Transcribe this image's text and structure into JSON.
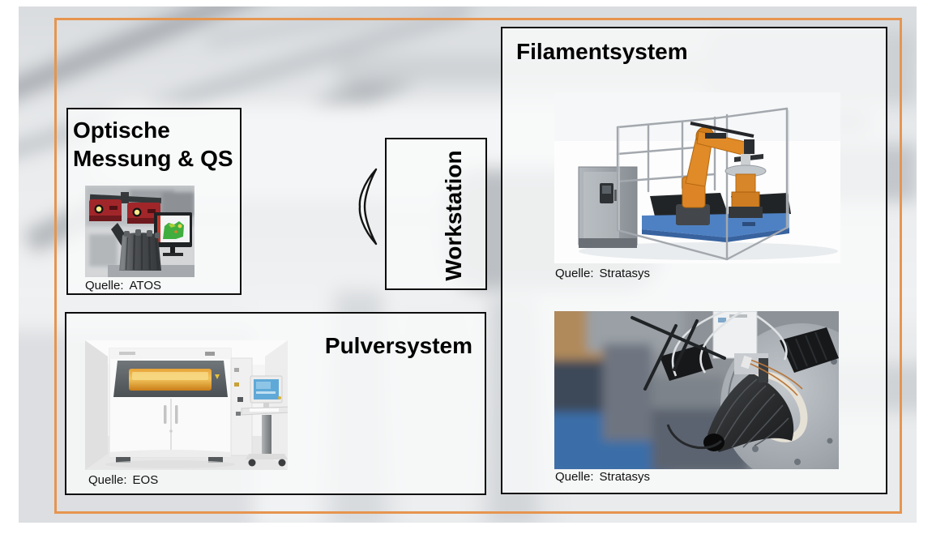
{
  "slide": {
    "accent_color": "#E6954F",
    "background_color": "#FFFFFF"
  },
  "optical": {
    "title": "Optische Messung & QS",
    "source_label": "Quelle:",
    "source": "ATOS"
  },
  "workstation": {
    "title": "Workstation"
  },
  "powder": {
    "title": "Pulversystem",
    "source_label": "Quelle:",
    "source": "EOS"
  },
  "filament": {
    "title": "Filamentsystem",
    "top_image": {
      "source_label": "Quelle:",
      "source": "Stratasys"
    },
    "bottom_image": {
      "source_label": "Quelle:",
      "source": "Stratasys"
    }
  },
  "connector": {
    "icon": "left-parenthesis-bracket"
  }
}
